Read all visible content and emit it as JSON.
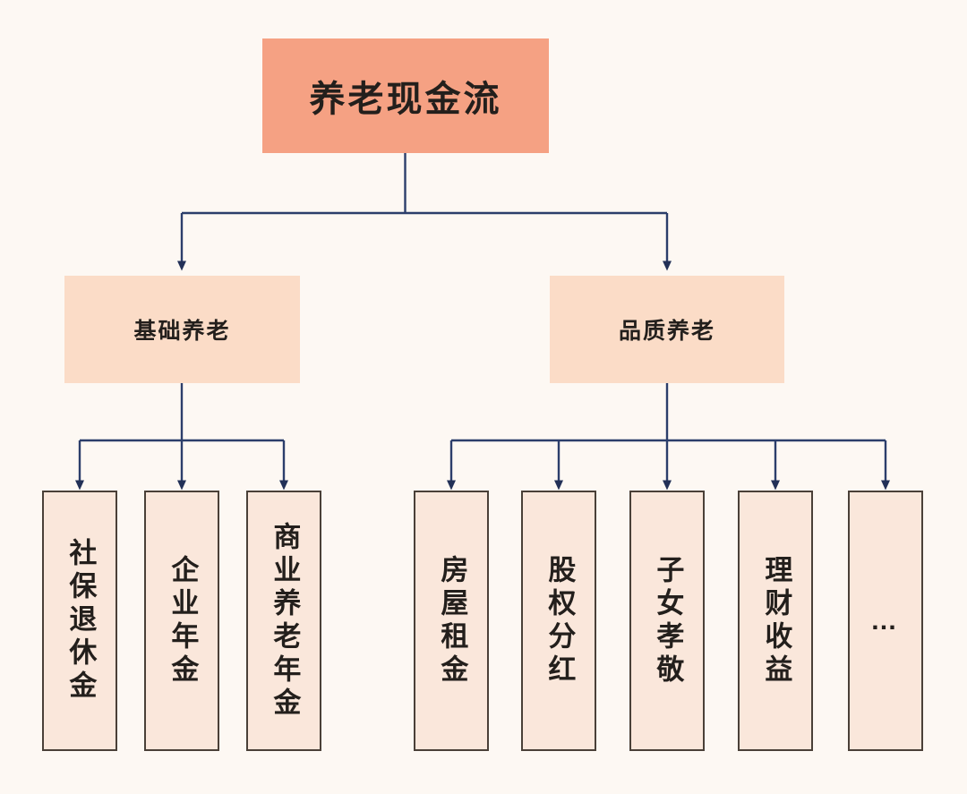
{
  "diagram": {
    "title_text": "养老现金流",
    "colors": {
      "background": "#FDF8F3",
      "root_fill": "#F5A183",
      "branch_fill": "#FBDCC7",
      "leaf_fill": "#FAE7DB",
      "leaf_border": "#4A4038",
      "connector": "#2C3E6B",
      "text": "#231F1C"
    },
    "root": {
      "label": "养老现金流"
    },
    "branches": [
      {
        "id": "basic",
        "label": "基础养老",
        "children": [
          {
            "id": "social-pension",
            "label": "社保退休金"
          },
          {
            "id": "enterprise-annuity",
            "label": "企业年金"
          },
          {
            "id": "commercial-annuity",
            "label": "商业养老年金"
          }
        ]
      },
      {
        "id": "quality",
        "label": "品质养老",
        "children": [
          {
            "id": "house-rent",
            "label": "房屋租金"
          },
          {
            "id": "equity-dividend",
            "label": "股权分红"
          },
          {
            "id": "children-support",
            "label": "子女孝敬"
          },
          {
            "id": "investment-income",
            "label": "理财收益"
          },
          {
            "id": "more",
            "label": "…"
          }
        ]
      }
    ]
  }
}
